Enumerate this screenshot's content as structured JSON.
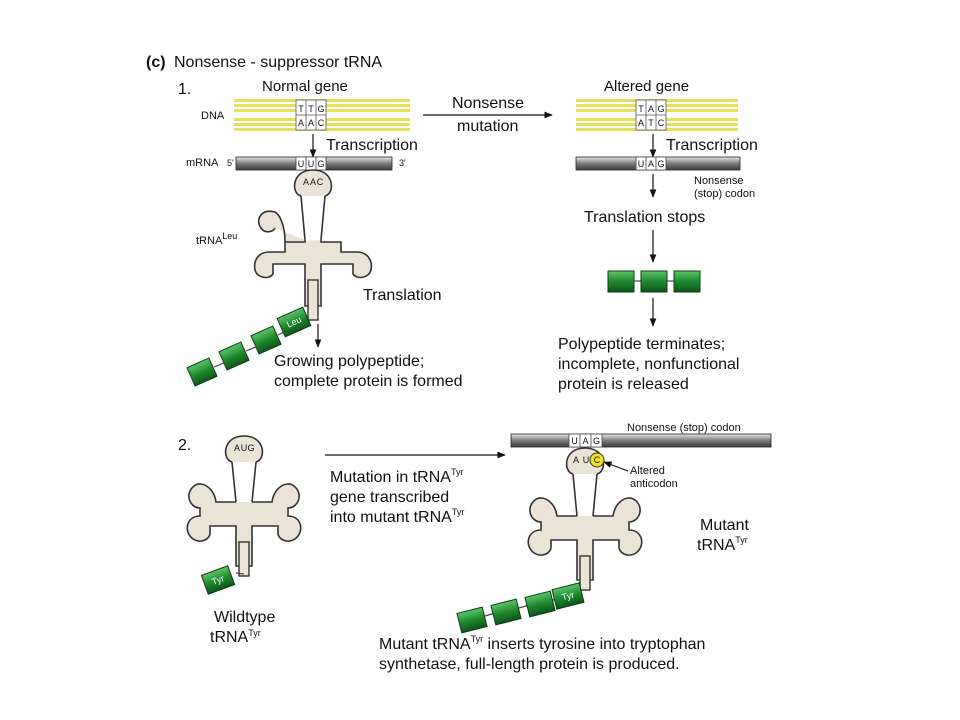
{
  "panel_label": "(c)",
  "title": "Nonsense - suppressor tRNA",
  "step1": {
    "number": "1.",
    "normal_gene": "Normal gene",
    "altered_gene": "Altered gene",
    "dna_label": "DNA",
    "dna_normal_top": [
      "T",
      "T",
      "G"
    ],
    "dna_normal_bottom": [
      "A",
      "A",
      "C"
    ],
    "dna_altered_top": [
      "T",
      "A",
      "G"
    ],
    "dna_altered_bottom": [
      "A",
      "T",
      "C"
    ],
    "nonsense_mutation_1": "Nonsense",
    "nonsense_mutation_2": "mutation",
    "transcription_left": "Transcription",
    "transcription_right": "Transcription",
    "mrna_label": "mRNA",
    "five_prime": "5'",
    "three_prime": "3'",
    "codon_left": [
      "U",
      "U",
      "G"
    ],
    "anticodon_left": [
      "A",
      "A",
      "C"
    ],
    "codon_right": [
      "U",
      "A",
      "G"
    ],
    "nonsense_codon_1": "Nonsense",
    "nonsense_codon_2": "(stop) codon",
    "trna_leu": "tRNA",
    "trna_leu_sup": "Leu",
    "translation": "Translation",
    "leu_tag": "Leu",
    "growing_1": "Growing polypeptide;",
    "growing_2": "complete protein is formed",
    "translation_stops": "Translation stops",
    "terminates_1": "Polypeptide terminates;",
    "terminates_2": "incomplete, nonfunctional",
    "terminates_3": "protein is released"
  },
  "step2": {
    "number": "2.",
    "wt_anticodon": [
      "A",
      "U",
      "G"
    ],
    "mut_codon": [
      "U",
      "A",
      "G"
    ],
    "mut_anticodon": [
      "A",
      "U",
      "C"
    ],
    "stop_codon_label": "Nonsense (stop) codon",
    "altered_1": "Altered",
    "altered_2": "anticodon",
    "mutation_1a": "Mutation in tRNA",
    "mutation_1b": "Tyr",
    "mutation_2": "gene transcribed",
    "mutation_3a": "into mutant tRNA",
    "mutation_3b": "Tyr",
    "mutant_1": "Mutant",
    "mutant_2a": "tRNA",
    "mutant_2b": "Tyr",
    "wildtype_1": "Wildtype",
    "wildtype_2a": "tRNA",
    "wildtype_2b": "Tyr",
    "tyr_tag": "Tyr",
    "inserts_1a": "Mutant tRNA",
    "inserts_1b": "Tyr",
    "inserts_1c": " inserts tyrosine into tryptophan",
    "inserts_2": "synthetase, full-length protein is produced."
  },
  "colors": {
    "dna_yellow": "#e8e05a",
    "mrna_gray": "#8a8a8a",
    "trna_fill": "#e9e4d6",
    "protein_green": "#1f8a2e",
    "altered_highlight": "#f2e11c"
  }
}
